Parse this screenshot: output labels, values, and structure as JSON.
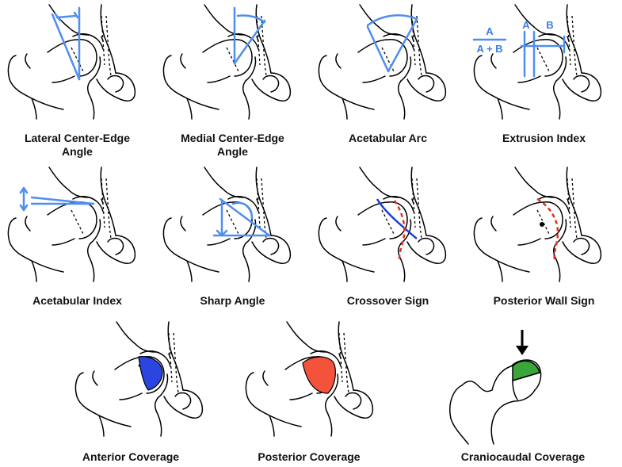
{
  "captions": {
    "lce": "Lateral Center-Edge\nAngle",
    "mce": "Medial Center-Edge\nAngle",
    "arc": "Acetabular Arc",
    "extrusion": "Extrusion Index",
    "aindex": "Acetabular Index",
    "sharp": "Sharp Angle",
    "crossover": "Crossover Sign",
    "pwall": "Posterior Wall Sign",
    "anterior": "Anterior Coverage",
    "posterior": "Posterior Coverage",
    "craniocaudal": "Craniocaudal Coverage"
  },
  "extrusion_labels": {
    "fraction_num": "A",
    "fraction_den": "A + B",
    "a": "A",
    "b": "B"
  },
  "colors": {
    "measure_line": "#4f8ef0",
    "crossover_anterior": "#1a3fd8",
    "crossover_posterior": "#e03020",
    "anterior_fill": "#2b45e0",
    "posterior_fill": "#f2533a",
    "craniocaudal_fill": "#3aa63a"
  }
}
